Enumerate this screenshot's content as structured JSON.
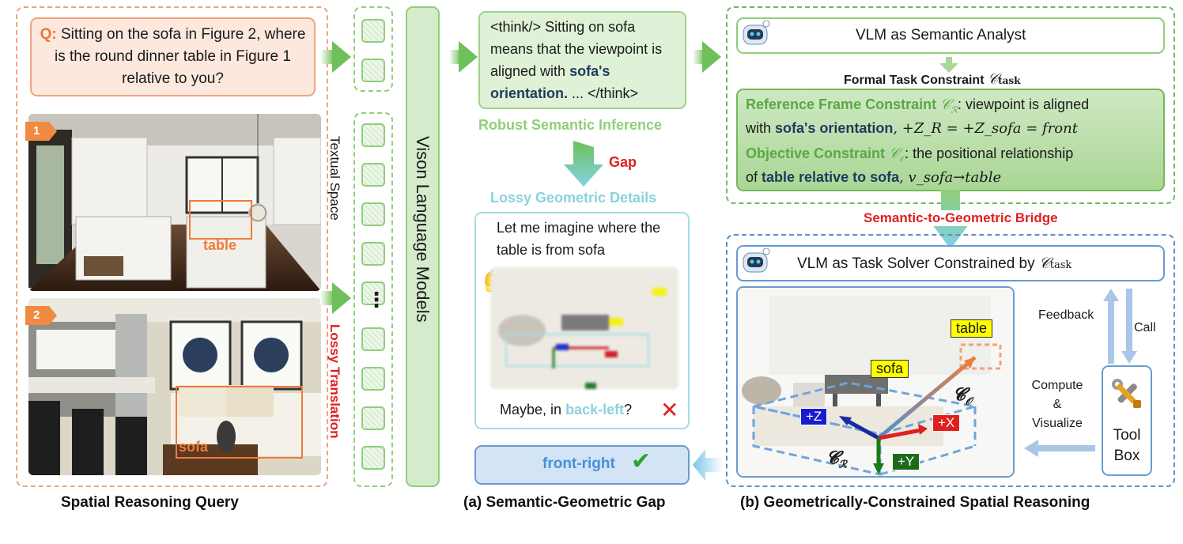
{
  "query": {
    "q_label": "Q:",
    "text": "Sitting on the sofa in Figure 2, where is the round dinner table in Figure 1 relative to you?",
    "fig1_badge": "1",
    "fig2_badge": "2",
    "table_label": "table",
    "sofa_label": "sofa",
    "caption": "Spatial Reasoning Query"
  },
  "tokens": {
    "ellipsis": "⋮",
    "textual_space": "Textual Space",
    "lossy_translation": "Lossy Translation"
  },
  "vlm": {
    "label": "Vison Language Models"
  },
  "part_a": {
    "think_open": "<think/>",
    "think_text": "Sitting on sofa means that the viewpoint is aligned with",
    "think_bold": "sofa's orientation.",
    "think_close": "... </think>",
    "robust": "Robust Semantic Inference",
    "gap": "Gap",
    "lossy": "Lossy Geometric Details",
    "imagine": "Let me imagine where the table is from sofa",
    "emoji": "🤔",
    "maybe_prefix": "Maybe, in",
    "maybe_answer": "back-left",
    "maybe_suffix": "?",
    "cross": "✕",
    "answer": "front-right",
    "check": "✔",
    "caption": "(a) Semantic-Geometric Gap"
  },
  "part_b": {
    "analyst": "VLM as Semantic Analyst",
    "formal": "Formal Task Constraint",
    "ref_title": "Reference Frame Constraint",
    "ref_text1": ": viewpoint is aligned",
    "ref_text2a": "with",
    "ref_bold": "sofa's orientation",
    "ref_math": ", +Z_R = +Z_sofa = front",
    "obj_title": "Objective Constraint",
    "obj_text1": ": the positional relationship",
    "obj_text2a": "of",
    "obj_bold": "table relative to sofa",
    "obj_math": ", v_sofa→table",
    "bridge": "Semantic-to-Geometric Bridge",
    "solver": "VLM as Task Solver Constrained by",
    "feedback": "Feedback",
    "call": "Call",
    "compute": "Compute",
    "amp": "&",
    "visualize": "Visualize",
    "tool": "Tool",
    "box": "Box",
    "table_tag": "table",
    "sofa_tag": "sofa",
    "plus_z": "+Z",
    "plus_x": "+X",
    "plus_y": "+Y",
    "caption": "(b) Geometrically-Constrained Spatial Reasoning"
  },
  "colors": {
    "orange": "#f0a37a",
    "green": "#74b85c",
    "blue": "#5f8fc4",
    "red": "#e0201f"
  }
}
